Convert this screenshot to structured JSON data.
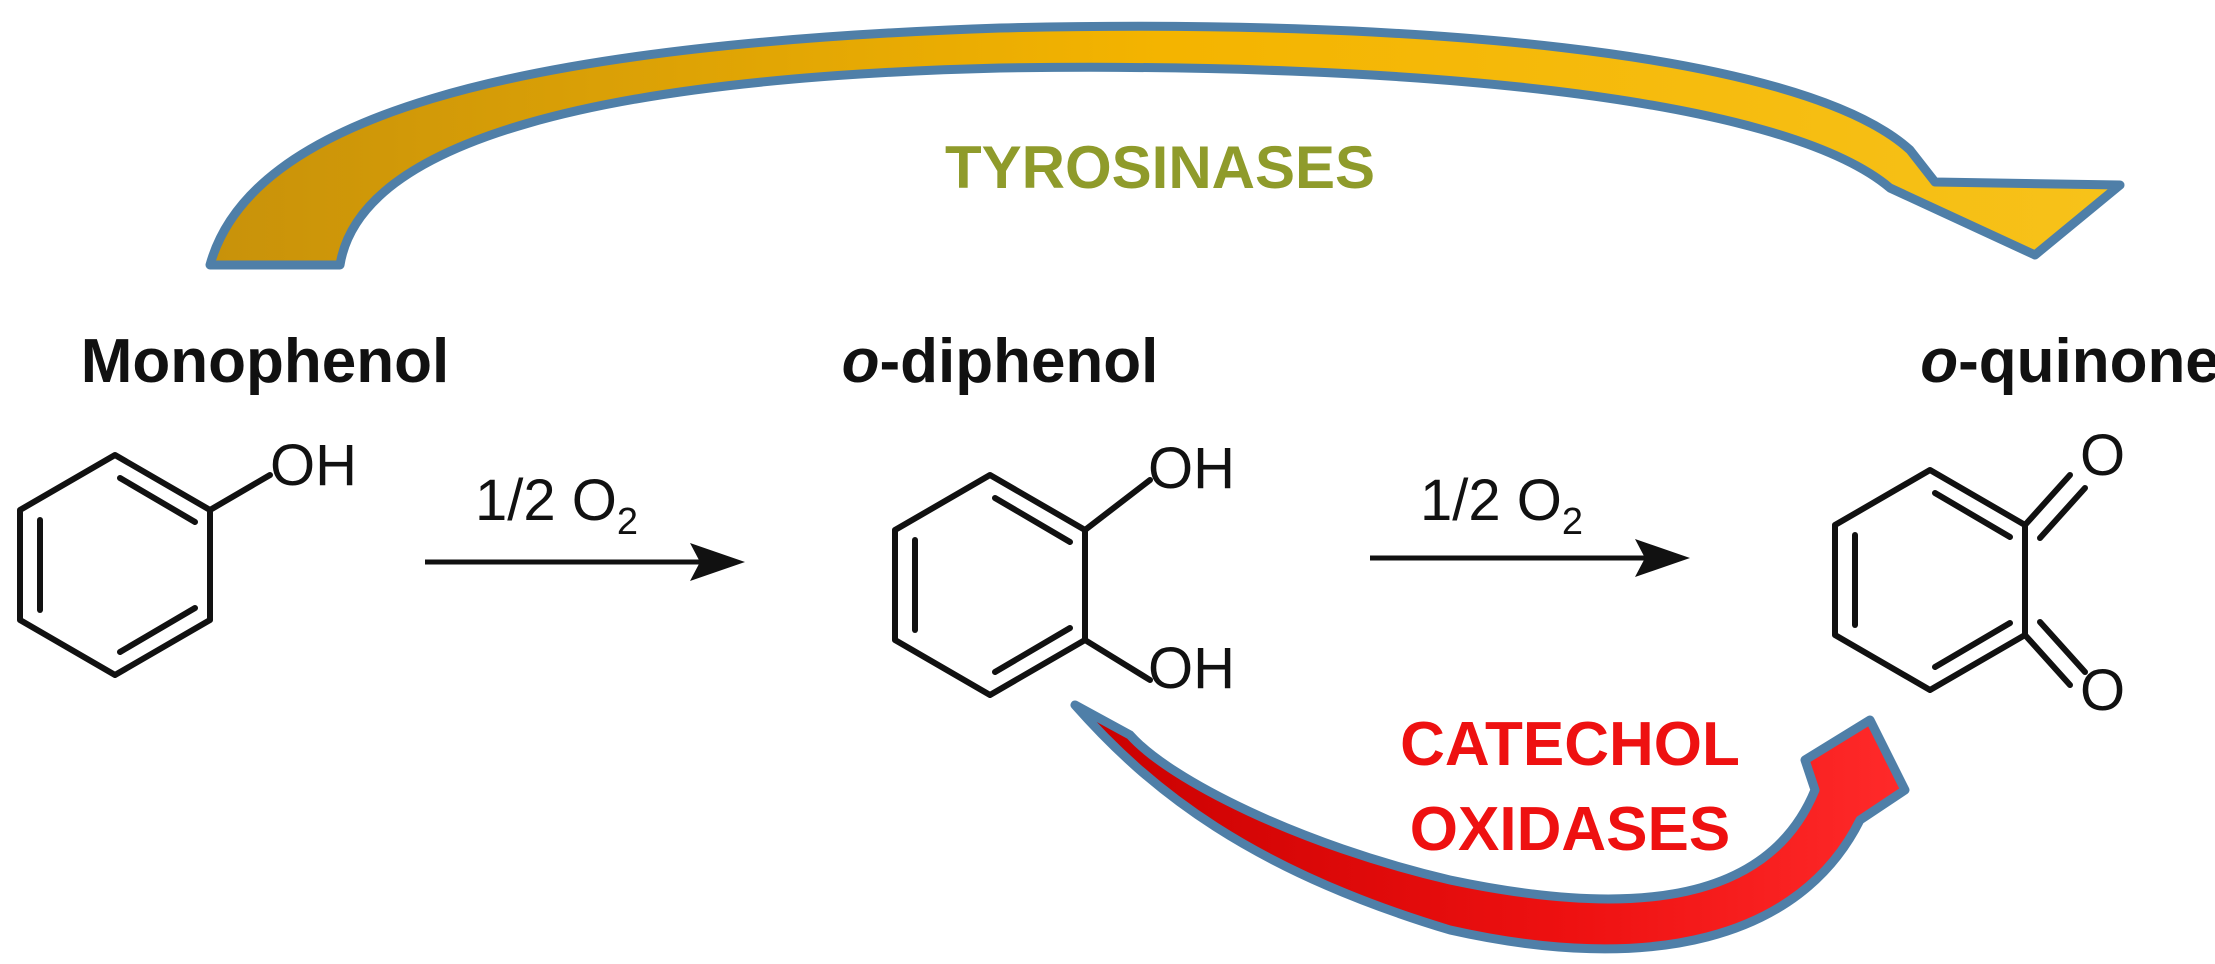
{
  "enzymes": {
    "tyrosinases": {
      "label": "TYROSINASES",
      "text_color": "#8f9b2b",
      "arrow_fill": "#f4b400",
      "arrow_stroke": "#4f7fa8"
    },
    "catechol_oxidases": {
      "line1": "CATECHOL",
      "line2": "OXIDASES",
      "text_color": "#ee1111",
      "arrow_fill": "#ee1111",
      "arrow_stroke": "#4f7fa8"
    }
  },
  "compounds": {
    "monophenol": {
      "name": "Monophenol",
      "oh": "OH"
    },
    "diphenol": {
      "prefix": "o",
      "rest": "-diphenol",
      "oh_top": "OH",
      "oh_bottom": "OH"
    },
    "quinone": {
      "prefix": "o",
      "rest": "-quinone",
      "o_top": "O",
      "o_bottom": "O"
    }
  },
  "reactions": {
    "step1": {
      "coeff": "1/2 O",
      "sub": "2"
    },
    "step2": {
      "coeff": "1/2 O",
      "sub": "2"
    }
  }
}
